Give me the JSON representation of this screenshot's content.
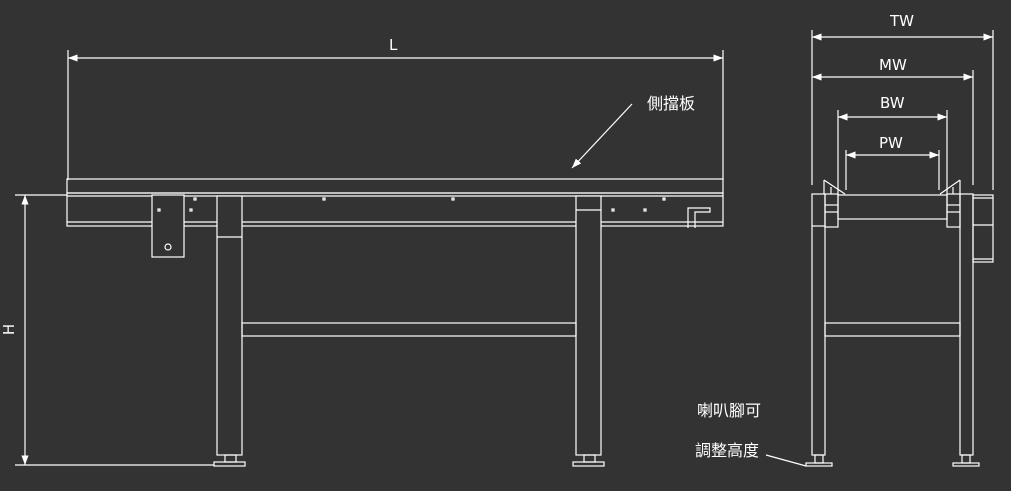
{
  "title": "Belt conveyor drawing",
  "dimensions": {
    "length": "L",
    "height": "H",
    "total_width": "TW",
    "machine_width": "MW",
    "belt_width": "BW",
    "product_width": "PW"
  },
  "annotations": {
    "side_guard": "側擋板",
    "adjustable_feet_line1": "喇叭腳可",
    "adjustable_feet_line2": "調整高度"
  },
  "colors": {
    "background": "#333333",
    "lines": "#ffffff"
  }
}
